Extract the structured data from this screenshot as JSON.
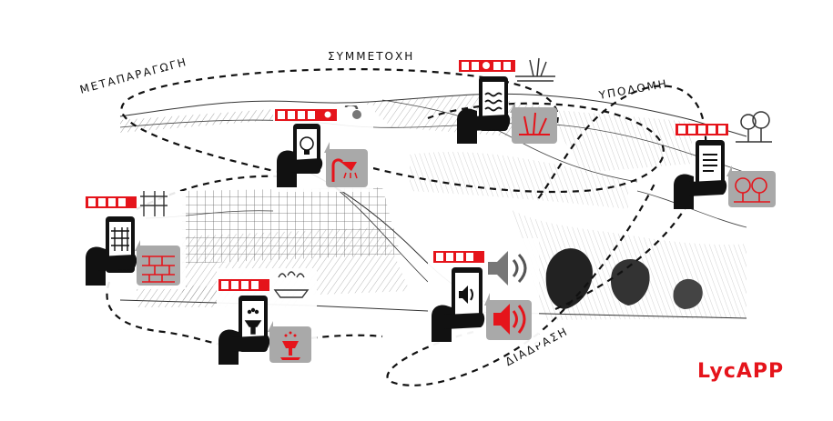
{
  "brand": {
    "name": "LycAPP",
    "color": "#e5141b"
  },
  "labels": {
    "metaparagogi": "ΜΕΤΑΠΑΡΑΓΩΓΗ",
    "symmetochi": "ΣΥΜΜΕΤΟΧΗ",
    "ypodomi": "ΥΠΟΔΟΜΗ",
    "diadrasi": "ΔΙΑΔΡΑΣΗ"
  },
  "colors": {
    "accent": "#e5141b",
    "ink": "#111111",
    "bubble": "#a9a9a9"
  },
  "cards": [
    {
      "id": "lighting",
      "screen_icon": "lightbulb-icon",
      "bubble_icon": "shower-lamp-icon"
    },
    {
      "id": "water",
      "screen_icon": "waves-icon",
      "bubble_icon": "grass-icon"
    },
    {
      "id": "info",
      "screen_icon": "text-lines-icon",
      "bubble_icon": "trees-icon"
    },
    {
      "id": "structure",
      "screen_icon": "scaffold-icon",
      "bubble_icon": "brick-wall-icon"
    },
    {
      "id": "fountain",
      "screen_icon": "fountain-icon",
      "bubble_icon": "fountain-sculpture-icon"
    },
    {
      "id": "sound",
      "screen_icon": "speaker-icon",
      "bubble_icon": "speaker-loud-icon"
    }
  ]
}
